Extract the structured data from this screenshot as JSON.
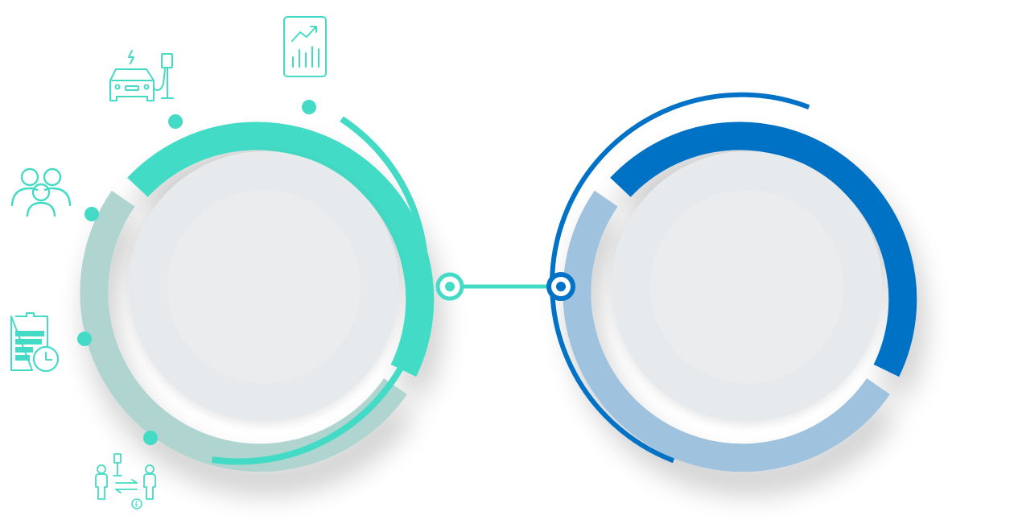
{
  "colors": {
    "teal": "#43dbc5",
    "teal_muted": "#b0d4cf",
    "blue": "#0272c6",
    "blue_muted": "#9fc2de",
    "disc_fill": "#e7eaec",
    "disc_inner": "#eaeced",
    "background": "#ffffff"
  },
  "left_ring": {
    "accent": "teal",
    "highlight_fraction": 0.42
  },
  "right_ring": {
    "accent": "blue",
    "highlight_fraction": 0.42
  },
  "connector": {
    "from": "left-ring",
    "to": "right-ring"
  },
  "icons": [
    {
      "name": "ev-charging-car-icon"
    },
    {
      "name": "growth-report-icon"
    },
    {
      "name": "people-group-icon"
    },
    {
      "name": "schedule-document-icon"
    },
    {
      "name": "peer-charging-exchange-icon"
    }
  ],
  "icon_glyphs": {
    "currency": "£"
  }
}
